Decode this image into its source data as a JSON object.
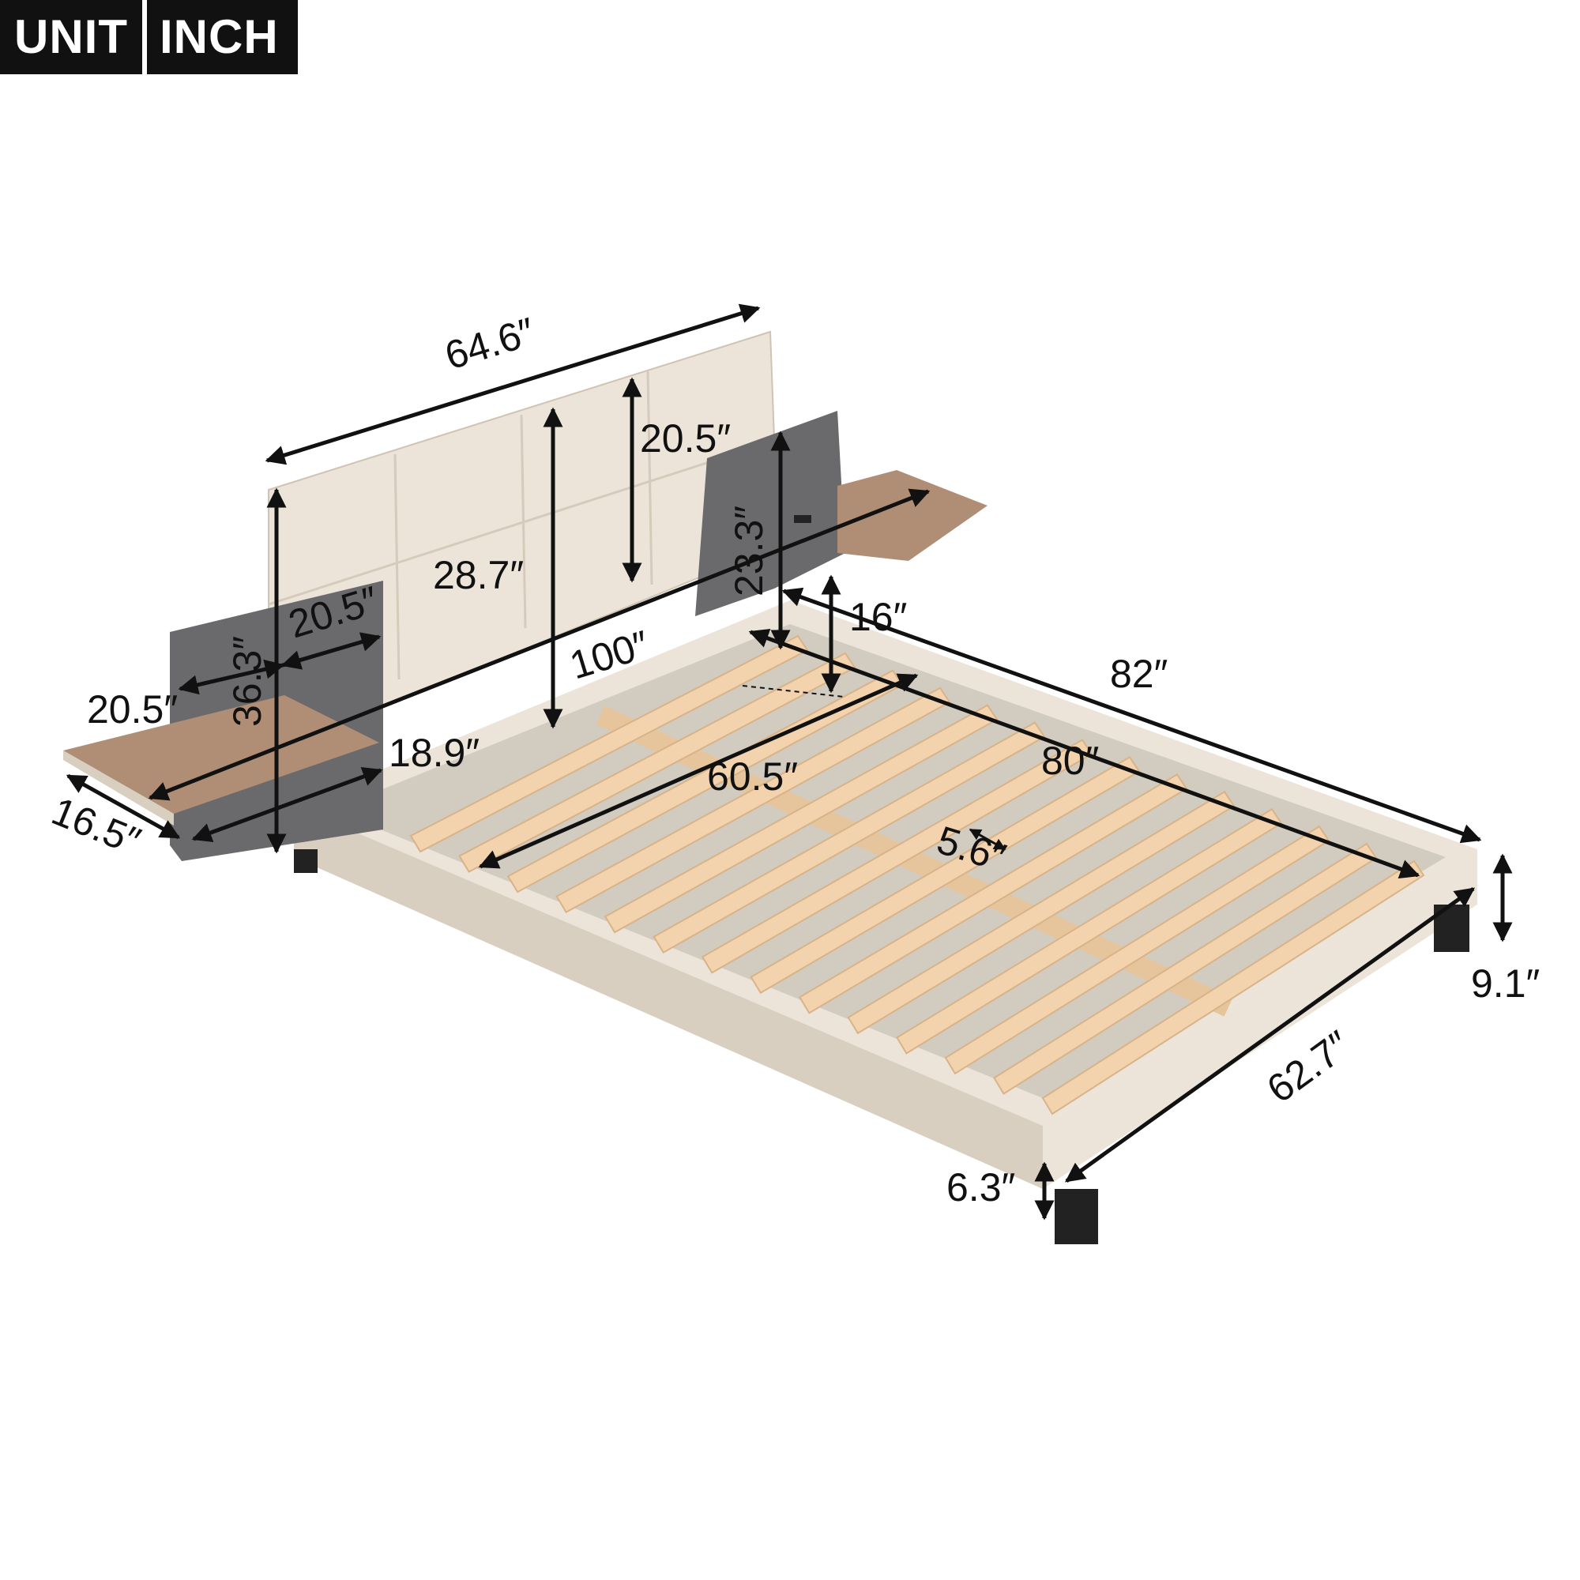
{
  "unit": {
    "label": "UNIT",
    "value": "INCH"
  },
  "colors": {
    "upholstery": "#ece4d8",
    "upholstery_shade": "#d9cfc1",
    "dark_panel": "#6a6a6c",
    "shelf_top": "#b08e76",
    "slat_wood": "#f2d3ae",
    "slat_edge": "#d8b388",
    "rail_dark": "#3a3a3c",
    "leg": "#222222",
    "ink": "#111111"
  },
  "dimensions": {
    "headboard_width": "64.6″",
    "headboard_panel_height": "20.5″",
    "headboard_height": "28.7″",
    "side_panel_height_right": "23.3″",
    "side_panel_width_left": "20.5″",
    "side_panel_height_left": "36.3″",
    "shelf_depth_left": "20.5″",
    "total_width": "100″",
    "shelf_width": "18.9″",
    "shelf_depth": "16.5″",
    "shelf_height": "16″",
    "overall_length": "82″",
    "mattress_length": "80″",
    "mattress_width": "60.5″",
    "slat_gap": "5.6″",
    "frame_height": "9.1″",
    "frame_width": "62.7″",
    "rail_height": "6.3″"
  }
}
